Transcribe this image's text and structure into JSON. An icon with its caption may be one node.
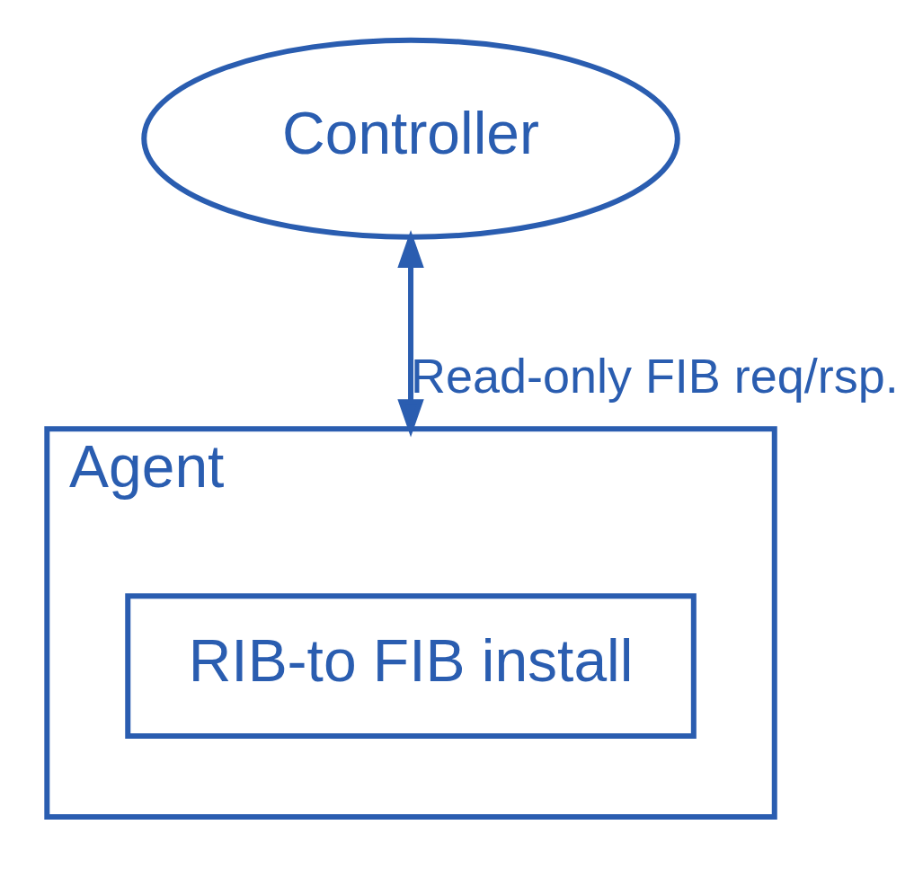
{
  "diagram": {
    "nodes": [
      {
        "text": [
          "Controller"
        ]
      },
      {
        "text": [
          "Agent"
        ]
      },
      {
        "text": [
          "RIB-to FIB install"
        ],
        "in": 1
      }
    ],
    "edges": [
      {
        "from": 0,
        "to": 1,
        "arrow": "both",
        "label": "Read-only FIB req/rsp."
      }
    ]
  }
}
